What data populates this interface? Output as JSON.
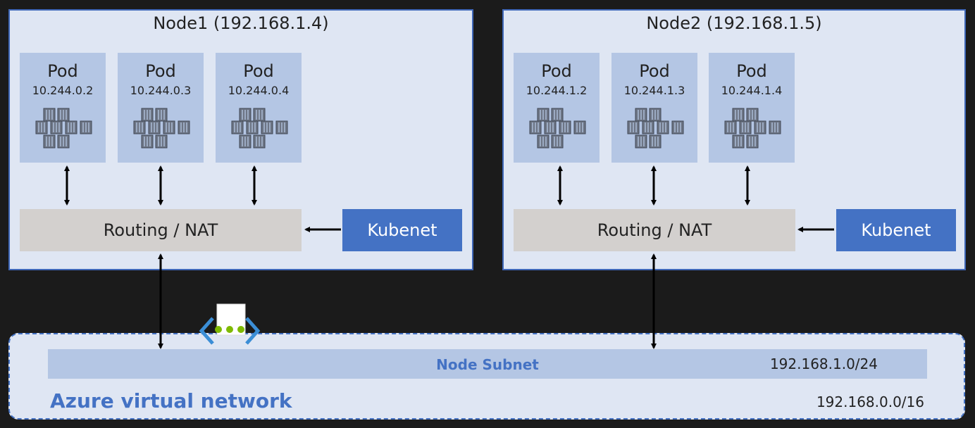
{
  "nodes": [
    {
      "title": "Node1 (192.168.1.4)",
      "pods": [
        {
          "label": "Pod",
          "ip": "10.244.0.2"
        },
        {
          "label": "Pod",
          "ip": "10.244.0.3"
        },
        {
          "label": "Pod",
          "ip": "10.244.0.4"
        }
      ],
      "routing_label": "Routing / NAT",
      "kubenet_label": "Kubenet"
    },
    {
      "title": "Node2 (192.168.1.5)",
      "pods": [
        {
          "label": "Pod",
          "ip": "10.244.1.2"
        },
        {
          "label": "Pod",
          "ip": "10.244.1.3"
        },
        {
          "label": "Pod",
          "ip": "10.244.1.4"
        }
      ],
      "routing_label": "Routing / NAT",
      "kubenet_label": "Kubenet"
    }
  ],
  "vnet": {
    "label": "Azure virtual network",
    "cidr": "192.168.0.0/16",
    "subnet": {
      "label": "Node Subnet",
      "cidr": "192.168.1.0/24"
    }
  },
  "colors": {
    "background": "#1b1b1b",
    "node_fill": "#dfe6f3",
    "node_border": "#3f67b8",
    "pod_fill": "#b4c6e4",
    "routing_fill": "#d3d0ce",
    "kubenet_fill": "#4472c4",
    "accent": "#4472c4"
  },
  "icons": {
    "pod": "container-cluster-icon",
    "vnet": "virtual-network-icon"
  }
}
